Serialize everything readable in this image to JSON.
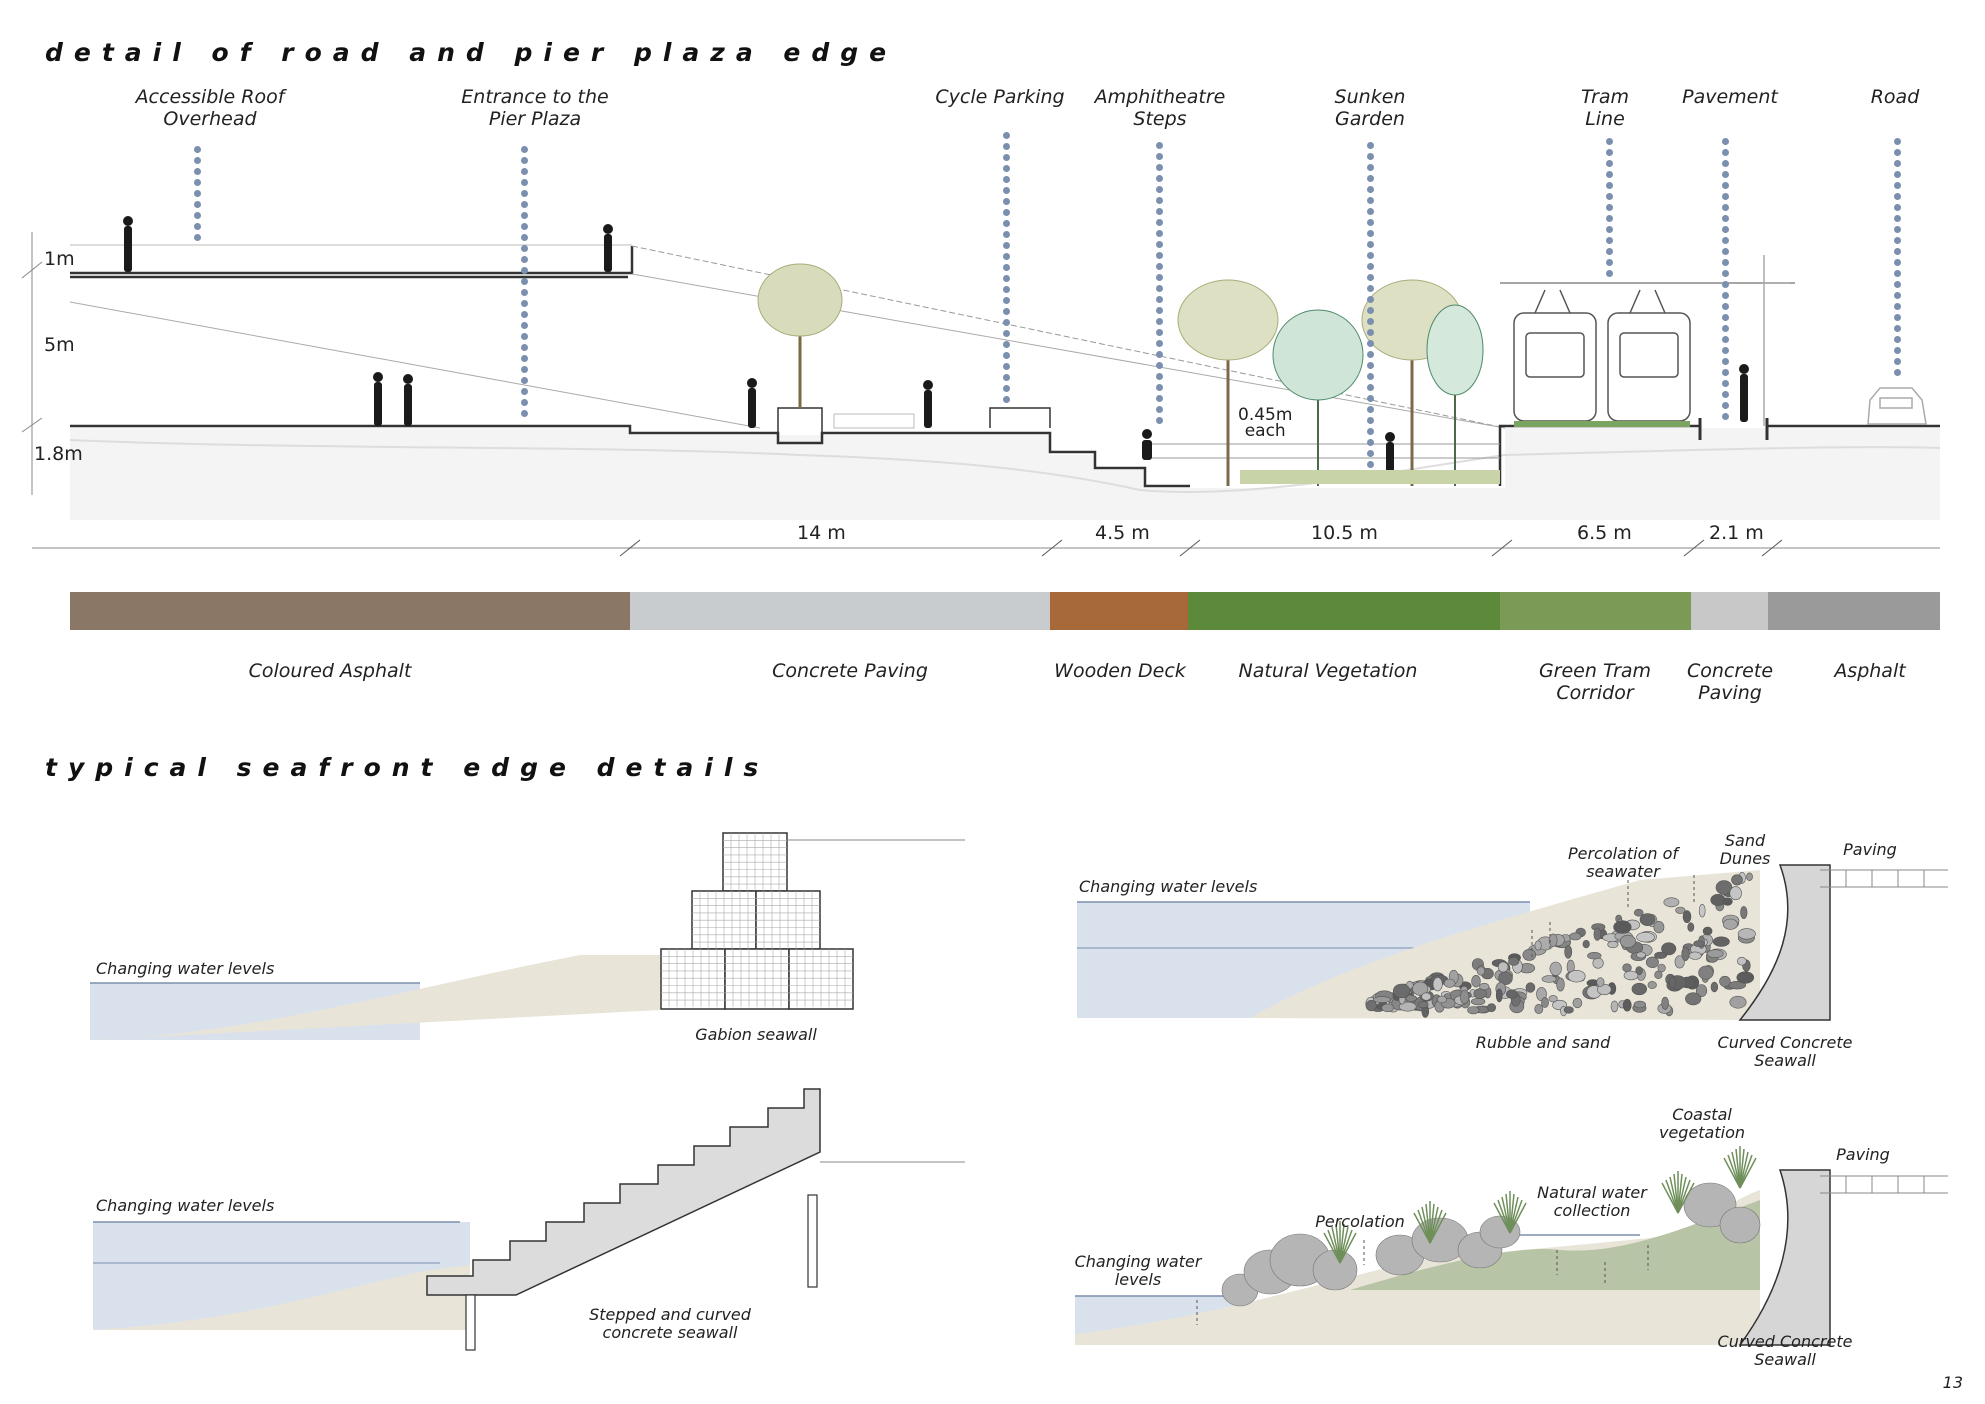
{
  "titles": {
    "main": "detail of road and pier plaza edge",
    "secondary": "typical seafront edge details"
  },
  "section_labels": [
    {
      "line1": "Accessible Roof",
      "line2": "Overhead"
    },
    {
      "line1": "Entrance to the",
      "line2": "Pier Plaza"
    },
    {
      "line1": "Cycle Parking",
      "line2": ""
    },
    {
      "line1": "Amphitheatre",
      "line2": "Steps"
    },
    {
      "line1": "Sunken",
      "line2": "Garden"
    },
    {
      "line1": "Tram",
      "line2": "Line"
    },
    {
      "line1": "Pavement",
      "line2": ""
    },
    {
      "line1": "Road",
      "line2": ""
    }
  ],
  "heights": [
    "1m",
    "5m",
    "1.8m"
  ],
  "step_note": {
    "line1": "0.45m",
    "line2": "each"
  },
  "dimensions": [
    "14 m",
    "4.5 m",
    "10.5 m",
    "6.5 m",
    "2.1 m"
  ],
  "materials": [
    {
      "line1": "Coloured Asphalt",
      "line2": "",
      "color": "#8b7765"
    },
    {
      "line1": "Concrete Paving",
      "line2": "",
      "color": "#c9ccce"
    },
    {
      "line1": "Wooden Deck",
      "line2": "",
      "color": "#a8693a"
    },
    {
      "line1": "Natural Vegetation",
      "line2": "",
      "color": "#5d8a3a"
    },
    {
      "line1": "Green Tram",
      "line2": "Corridor",
      "color": "#7a9a55"
    },
    {
      "line1": "Concrete",
      "line2": "Paving",
      "color": "#c8c8c8"
    },
    {
      "line1": "Asphalt",
      "line2": "",
      "color": "#9a9a9a"
    }
  ],
  "edge_details": {
    "gabion": {
      "water": "Changing water levels",
      "caption": "Gabion seawall"
    },
    "stepped": {
      "water": "Changing water levels",
      "caption1": "Stepped and curved",
      "caption2": "concrete seawall"
    },
    "rubble": {
      "water": "Changing water levels",
      "percolation1": "Percolation of",
      "percolation2": "seawater",
      "dunes1": "Sand",
      "dunes2": "Dunes",
      "paving": "Paving",
      "rubble": "Rubble and sand",
      "seawall1": "Curved Concrete",
      "seawall2": "Seawall"
    },
    "vegetated": {
      "water1": "Changing water",
      "water2": "levels",
      "percolation": "Percolation",
      "collection1": "Natural water",
      "collection2": "collection",
      "coastal1": "Coastal",
      "coastal2": "vegetation",
      "paving": "Paving",
      "seawall1": "Curved Concrete",
      "seawall2": "Seawall"
    }
  },
  "page_number": "13",
  "colors": {
    "marker": "#7b8fae",
    "water": "#d9e2ec",
    "sand": "#e9e4d8",
    "concrete": "#d6d6d6"
  }
}
